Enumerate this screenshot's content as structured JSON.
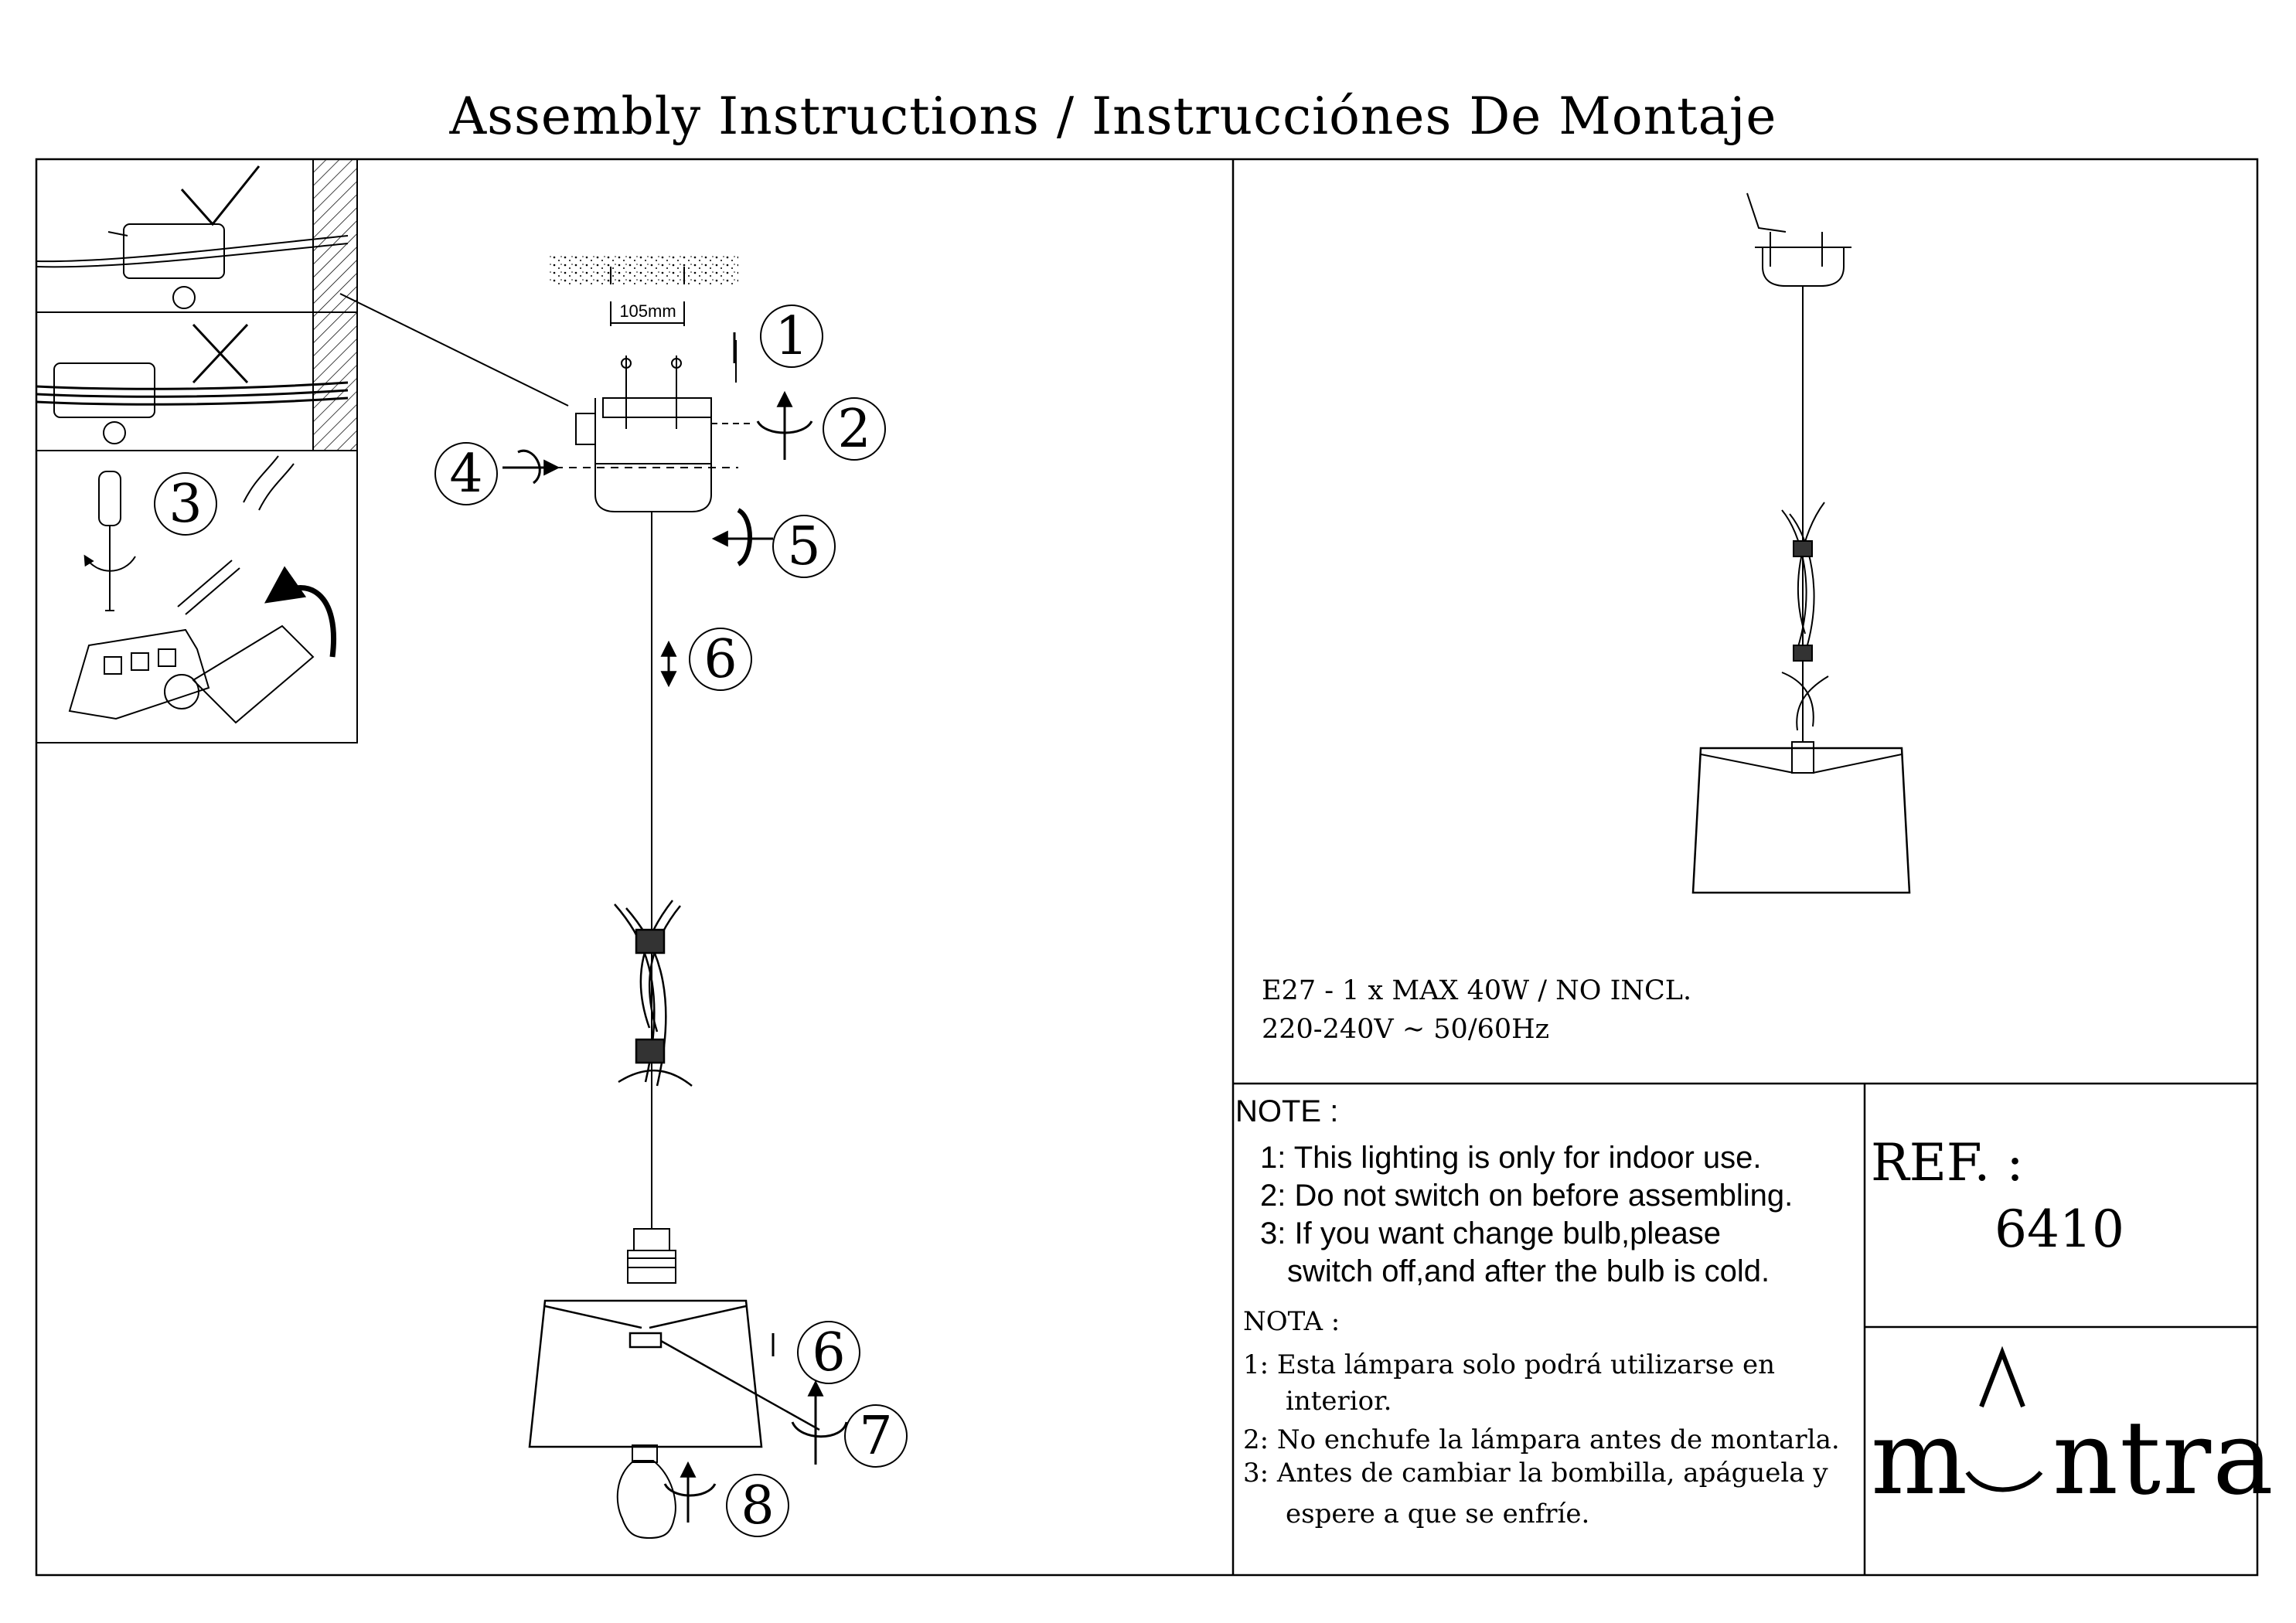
{
  "document": {
    "title": "Assembly Instructions / Instrucciónes De Montaje"
  },
  "diagram": {
    "mount_dimension": "105mm",
    "steps": [
      "1",
      "2",
      "3",
      "4",
      "5",
      "6",
      "7",
      "8"
    ]
  },
  "specs": {
    "line1": "E27  - 1 x MAX 40W / NO  INCL.",
    "line2": "220-240V ∼ 50/60Hz"
  },
  "note_en": {
    "heading": "NOTE :",
    "items": [
      "1: This lighting is only for indoor use.",
      "2: Do not switch on before assembling.",
      "3: If you want change bulb,please",
      "switch off,and after the bulb is cold."
    ]
  },
  "note_es": {
    "heading": "NOTA :",
    "items": [
      "1: Esta lámpara solo podrá utilizarse en",
      "interior.",
      "2: No enchufe la lámpara antes de montarla.",
      "3: Antes de cambiar la bombilla, apáguela y",
      "espere a que se enfríe."
    ]
  },
  "reference": {
    "label": "REF. :",
    "number": "6410"
  },
  "brand": {
    "part1": "m",
    "part2": "ntra"
  }
}
